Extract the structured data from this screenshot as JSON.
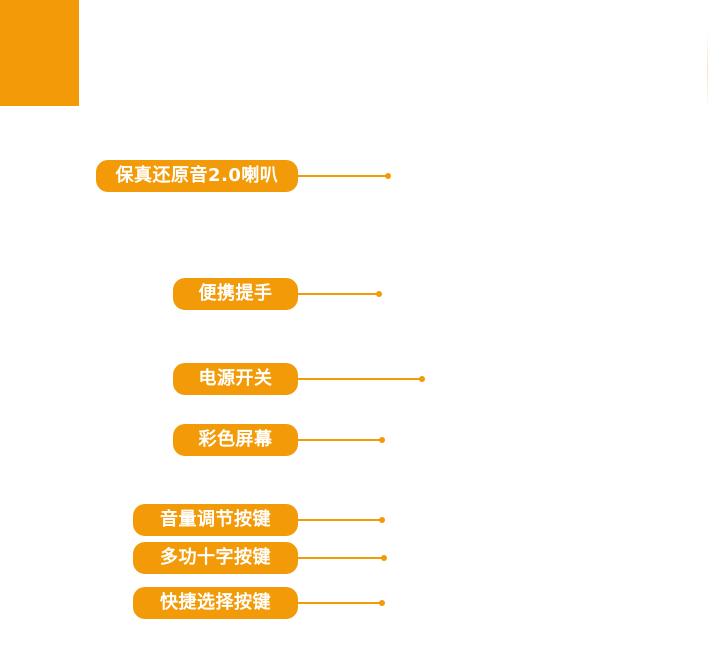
{
  "colors": {
    "accent": "#f29a07"
  },
  "callouts": [
    {
      "label": "保真还原音2.0喇叭"
    },
    {
      "label": "便携提手"
    },
    {
      "label": "电源开关"
    },
    {
      "label": "彩色屏幕"
    },
    {
      "label": "音量调节按键"
    },
    {
      "label": "多功十字按键"
    },
    {
      "label": "快捷选择按键"
    }
  ]
}
